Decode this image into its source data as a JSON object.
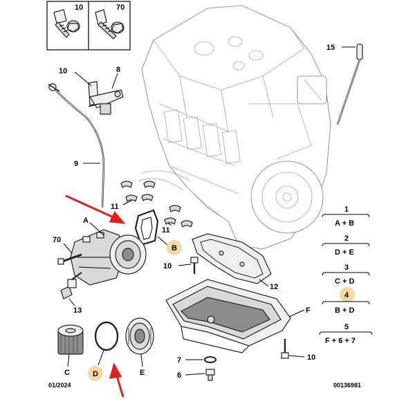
{
  "inset": {
    "left_label": "10",
    "right_label": "70"
  },
  "callouts": {
    "c15": "15",
    "c10_top": "10",
    "c8": "8",
    "c9": "9",
    "c11_left": "11",
    "c11_right": "11",
    "c_A": "A",
    "c70": "70",
    "c_B": "B",
    "c10_mid": "10",
    "c12": "12",
    "c13": "13",
    "c_F": "F",
    "c7": "7",
    "c6": "6",
    "c10_bottom": "10",
    "c_C": "C",
    "c_D": "D",
    "c_E": "E"
  },
  "fractions": [
    {
      "num": "1",
      "den": "A + B",
      "highlight": false
    },
    {
      "num": "2",
      "den": "D + E",
      "highlight": false
    },
    {
      "num": "3",
      "den": "C + D",
      "highlight": false
    },
    {
      "num": "4",
      "den": "B + D",
      "highlight": true
    },
    {
      "num": "5",
      "den": "F + 6 + 7",
      "highlight": false
    }
  ],
  "footer": {
    "date": "01/2024",
    "ref": "00136981"
  },
  "colors": {
    "arrow": "#e0201b",
    "highlight_badge": "#f5d9a3"
  }
}
